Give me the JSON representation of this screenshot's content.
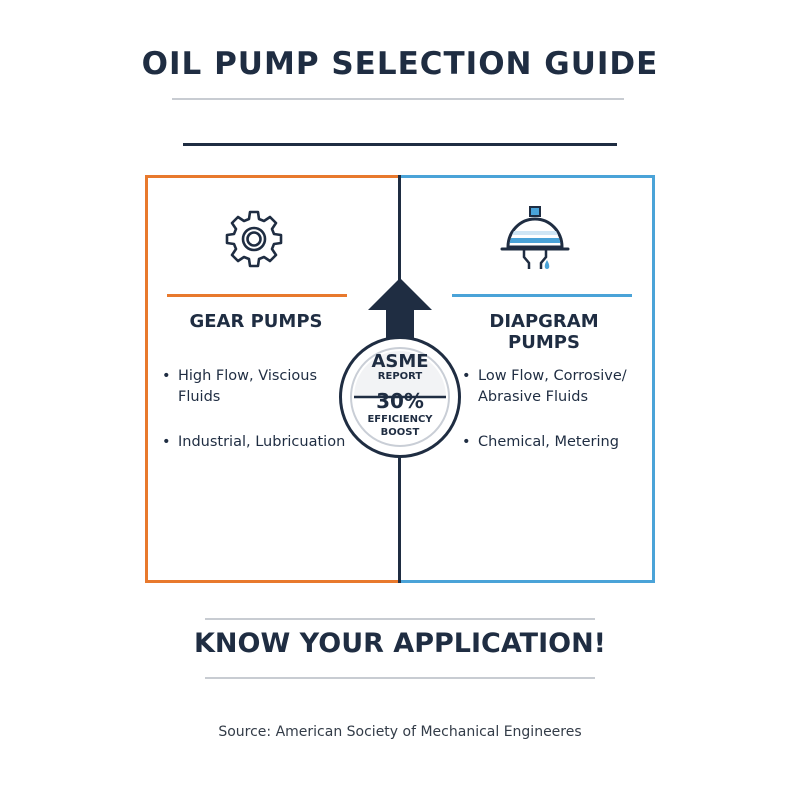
{
  "title": "OIL PUMP SELECTION GUIDE",
  "left_panel": {
    "icon": "gear-icon",
    "heading": "GEAR PUMPS",
    "bullets": [
      "High Flow, Viscious Fluids",
      "Industrial, Lubricuation"
    ],
    "color": "#e8792d"
  },
  "right_panel": {
    "icon": "diaphragm-pump-icon",
    "heading": "DIAPGRAM PUMPS",
    "bullets": [
      "Low Flow, Corrosive/ Abrasive Fluids",
      "Chemical, Metering"
    ],
    "color": "#4aa3d8"
  },
  "badge": {
    "title": "ASME",
    "subtitle": "REPORT",
    "value": "30%",
    "caption_line1": "EFFICIENCY",
    "caption_line2": "BOOST"
  },
  "footer": "KNOW YOUR APPLICATION!",
  "source": "Source: American Society of Mechanical Engineeres",
  "colors": {
    "dark": "#1f2d42",
    "orange": "#e8792d",
    "blue": "#4aa3d8"
  }
}
